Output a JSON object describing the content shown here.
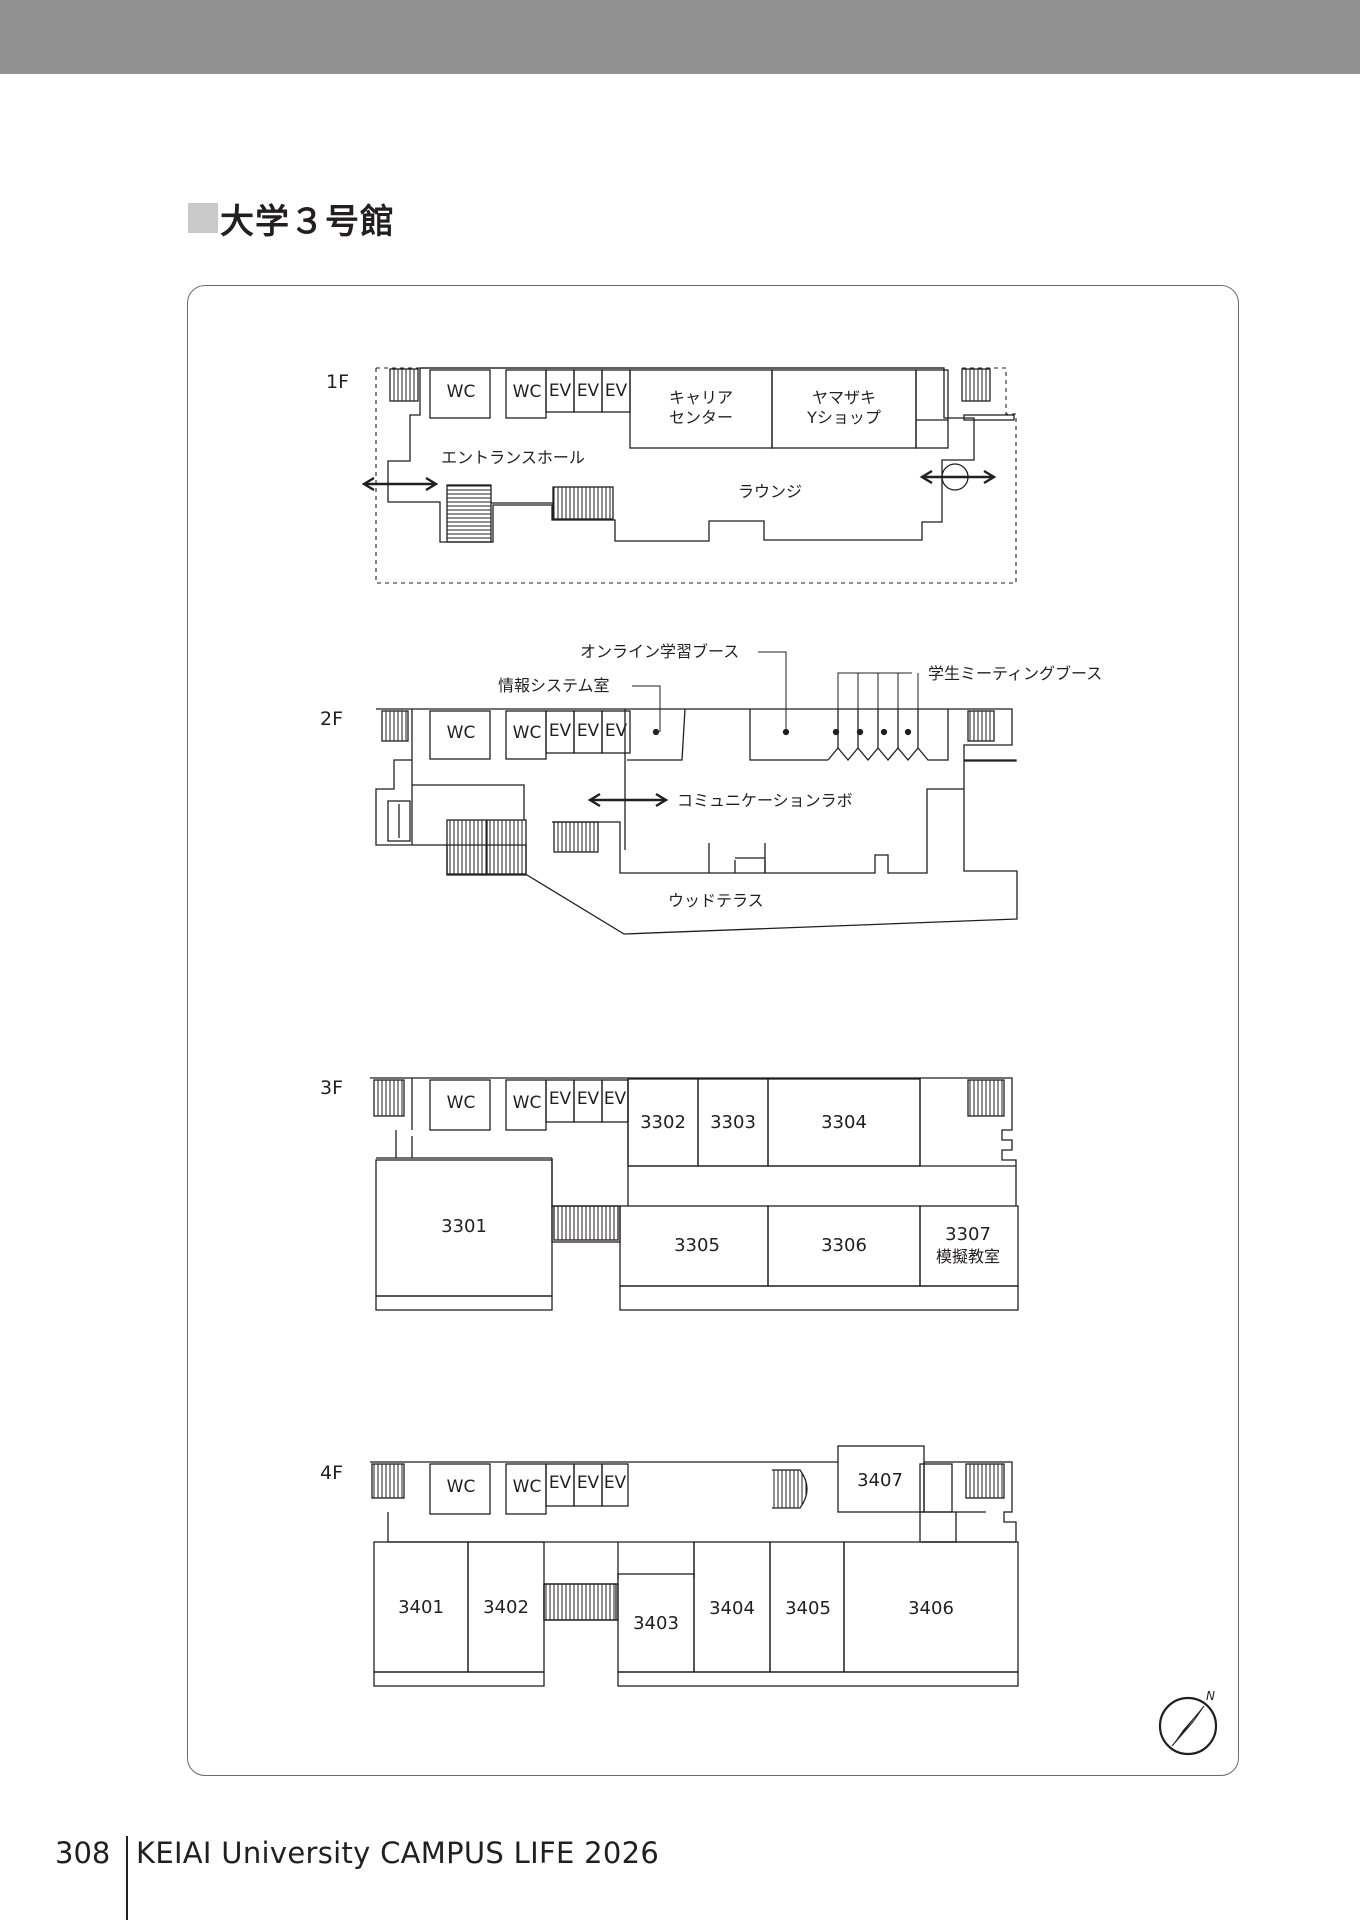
{
  "page": {
    "heading": "大学３号館",
    "footer_page": "308",
    "footer_title": "KEIAI University CAMPUS LIFE 2026",
    "north_label": "N"
  },
  "colors": {
    "band": "#929192",
    "heading_square": "#c9c9c9",
    "line": "#231f20",
    "frame": "#6b6b6b"
  },
  "floors": [
    {
      "id": "1f",
      "label": "1F",
      "core": [
        "WC",
        "WC",
        "EV",
        "EV",
        "EV"
      ],
      "rooms": [
        "キャリア",
        "センター",
        "ヤマザキ",
        "Yショップ"
      ],
      "areas": [
        "エントランスホール",
        "ラウンジ"
      ]
    },
    {
      "id": "2f",
      "label": "2F",
      "core": [
        "WC",
        "WC",
        "EV",
        "EV",
        "EV"
      ],
      "callouts": [
        "オンライン学習ブース",
        "情報システム室",
        "学生ミーティングブース"
      ],
      "areas": [
        "コミュニケーションラボ",
        "ウッドテラス"
      ]
    },
    {
      "id": "3f",
      "label": "3F",
      "core": [
        "WC",
        "WC",
        "EV",
        "EV",
        "EV"
      ],
      "rooms": [
        "3301",
        "3302",
        "3303",
        "3304",
        "3305",
        "3306",
        "3307",
        "模擬教室"
      ]
    },
    {
      "id": "4f",
      "label": "4F",
      "core": [
        "WC",
        "WC",
        "EV",
        "EV",
        "EV"
      ],
      "rooms": [
        "3401",
        "3402",
        "3403",
        "3404",
        "3405",
        "3406",
        "3407"
      ]
    }
  ]
}
